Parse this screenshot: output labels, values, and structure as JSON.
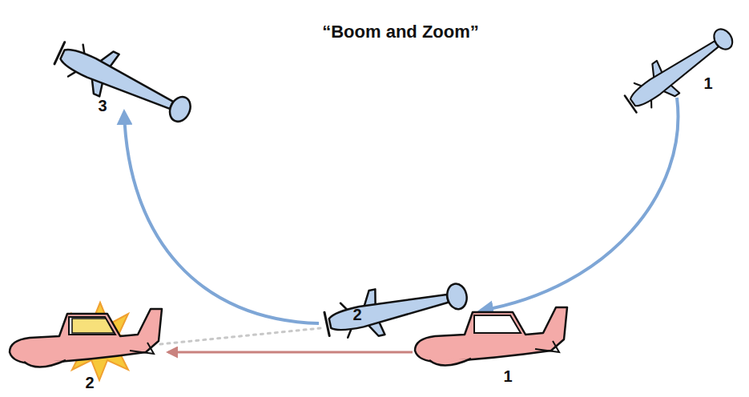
{
  "diagram": {
    "title": "“Boom and Zoom”",
    "labels": [
      "3",
      "1",
      "2",
      "2",
      "1"
    ]
  }
}
